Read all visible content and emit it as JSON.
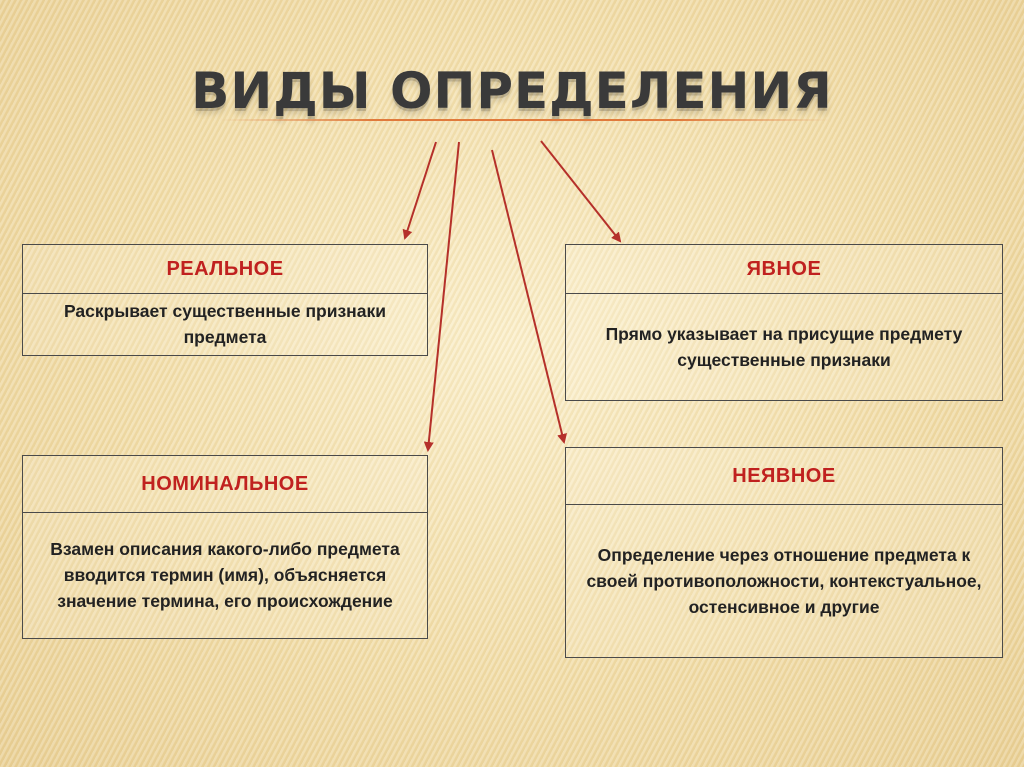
{
  "title": "ВИДЫ ОПРЕДЕЛЕНИЯ",
  "colors": {
    "heading_red": "#c0211f",
    "arrow": "#b5302a",
    "title_rule": "#e07a3c",
    "text_dark": "#222222"
  },
  "boxes": [
    {
      "heading": "РЕАЛЬНОЕ",
      "text": "Раскрывает существенные признаки предмета"
    },
    {
      "heading": "НОМИНАЛЬНОЕ",
      "text": "Взамен описания какого-либо предмета вводится термин (имя), объясняется значение термина, его происхождение"
    },
    {
      "heading": "ЯВНОЕ",
      "text": "Прямо указывает на присущие предмету существенные признаки"
    },
    {
      "heading": "НЕЯВНОЕ",
      "text": "Определение через отношение предмета к своей противоположности, контекстуальное, остенсивное и другие"
    }
  ]
}
